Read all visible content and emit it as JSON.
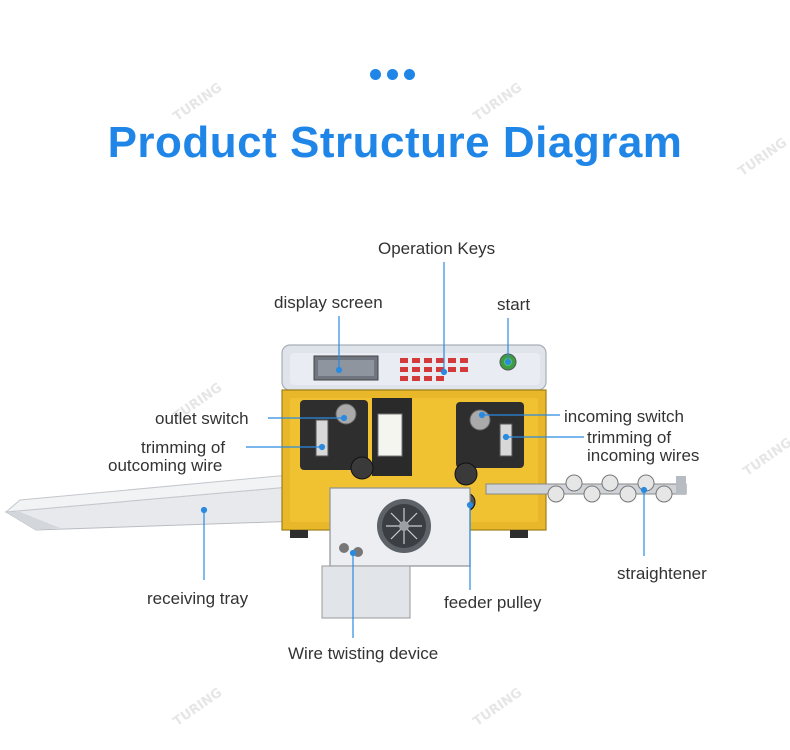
{
  "header": {
    "title": "Product Structure Diagram"
  },
  "watermark": {
    "text": "TURING"
  },
  "labels": {
    "operation_keys": "Operation Keys",
    "display_screen": "display screen",
    "start": "start",
    "outlet_switch": "outlet switch",
    "trimming_outcoming_line1": "trimming of",
    "trimming_outcoming_line2": "outcoming wire",
    "incoming_switch": "incoming switch",
    "trimming_incoming_line1": "trimming of",
    "trimming_incoming_line2": "incoming wires",
    "receiving_tray": "receiving tray",
    "feeder_pulley": "feeder pulley",
    "straightener": "straightener",
    "wire_twisting_device": "Wire twisting device"
  },
  "colors": {
    "accent": "#1f86e8",
    "leader_line": "#2b8ae0",
    "machine_yellow": "#e8b82a",
    "machine_panel": "#d9dde4",
    "text": "#333333"
  }
}
